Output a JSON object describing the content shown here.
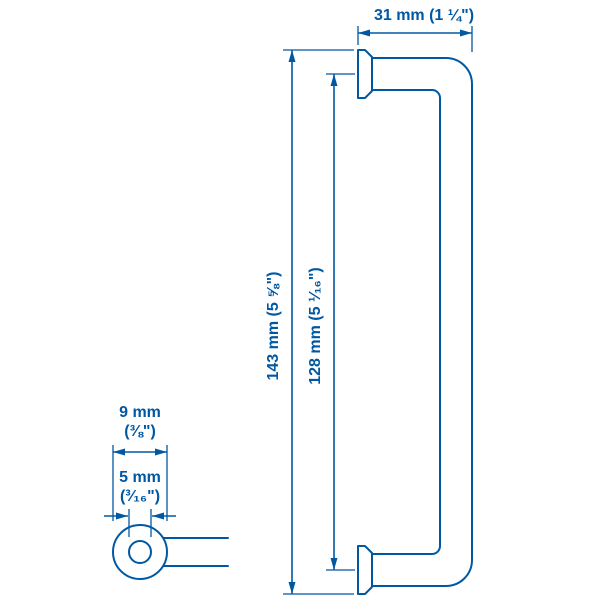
{
  "colors": {
    "accent": "#0058a3",
    "background": "#ffffff"
  },
  "diagram_type": "product dimension drawing (cabinet handle, side profile and end view)",
  "dimensions": {
    "width_label": "31 mm (1 ¼\")",
    "length_label": "143 mm (5 ⅝\")",
    "hole_spacing_label": "128 mm (5 ¹⁄₁₆\")",
    "diameter_value": "9 mm",
    "diameter_fraction": "(⅜\")",
    "hole_value": "5 mm",
    "hole_fraction": "(³⁄₁₆\")"
  }
}
